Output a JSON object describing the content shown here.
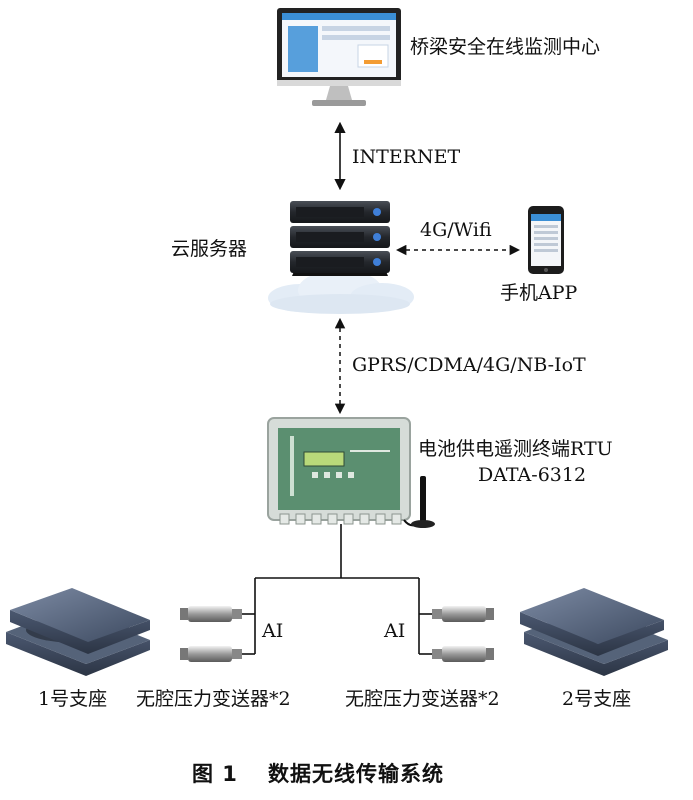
{
  "labels": {
    "monitor_center": "桥梁安全在线监测中心",
    "internet": "INTERNET",
    "cloud_server": "云服务器",
    "wifi": "4G/Wifi",
    "mobile_app": "手机APP",
    "network_protocols": "GPRS/CDMA/4G/NB-IoT",
    "rtu_line1": "电池供电遥测终端RTU",
    "rtu_line2": "DATA-6312",
    "ai_left": "AI",
    "ai_right": "AI",
    "bearing_1": "1号支座",
    "transmitter_left": "无腔压力变送器*2",
    "transmitter_right": "无腔压力变送器*2",
    "bearing_2": "2号支座"
  },
  "caption": {
    "number": "图 1",
    "title": "数据无线传输系统"
  },
  "colors": {
    "monitor_frame": "#2a2a2a",
    "screen_blue": "#3b8fd6",
    "server_dark": "#2b2e33",
    "server_led": "#3f7fd8",
    "cloud": "#dde7f2",
    "rtu_body": "#5b8f70",
    "rtu_case": "#cfd6d2",
    "lcd": "#b9d97a",
    "bearing_top": "#5f6e86",
    "bearing_side": "#3e4a5e"
  }
}
